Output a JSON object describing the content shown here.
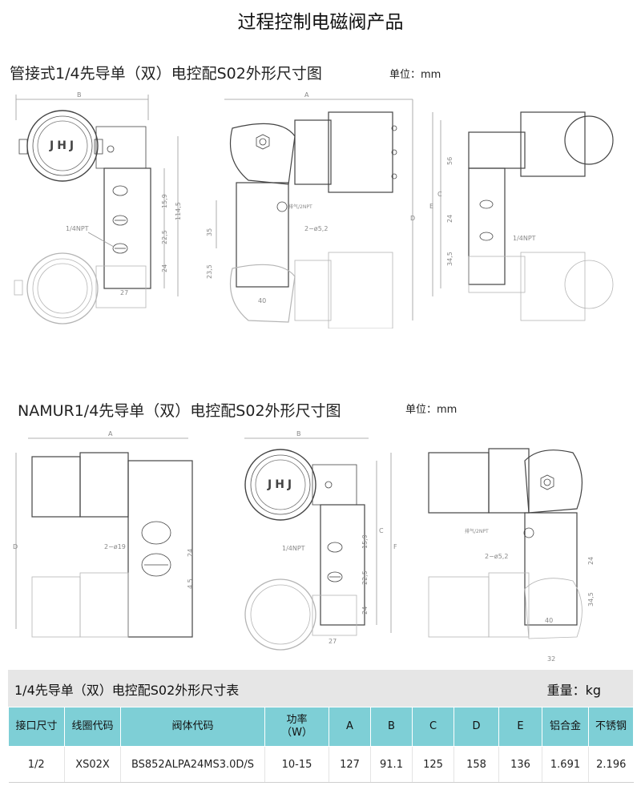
{
  "page": {
    "title": "过程控制电磁阀产品"
  },
  "section1": {
    "heading": "管接式1/4先导单（双）电控配S02外形尺寸图",
    "unit": "单位：mm"
  },
  "section2": {
    "heading": "NAMUR1/4先导单（双）电控配S02外形尺寸图",
    "unit": "单位：mm"
  },
  "drawing_labels": {
    "A": "A",
    "B": "B",
    "C": "C",
    "D": "D",
    "E": "E",
    "F": "F",
    "dim_27": "27",
    "dim_32": "32",
    "dim_35": "35",
    "dim_24": "24",
    "dim_56": "56",
    "dim_15_9": "15,9",
    "dim_22_5": "22,5",
    "dim_114_5": "114,5",
    "dim_23_5": "23,5",
    "dim_34_5": "34,5",
    "dim_4_5": "4,5",
    "dim_40": "40",
    "npt": "1/4NPT",
    "hole_5_2": "2−ø5,2",
    "hole_19": "2−ø19",
    "exhaust": "排气/2NPT",
    "logo": "JHJ"
  },
  "table": {
    "caption": "1/4先导单（双）电控配S02外形尺寸表",
    "weight_label": "重量：kg",
    "headers": [
      "接口尺寸",
      "线圈代码",
      "阀体代码",
      "功率\n（W）",
      "A",
      "B",
      "C",
      "D",
      "E",
      "铝合金",
      "不锈钢"
    ],
    "rows": [
      [
        "1/2",
        "XS02X",
        "BS852ALPA24MS3.0D/S",
        "10-15",
        "127",
        "91.1",
        "125",
        "158",
        "136",
        "1.691",
        "2.196"
      ]
    ]
  }
}
